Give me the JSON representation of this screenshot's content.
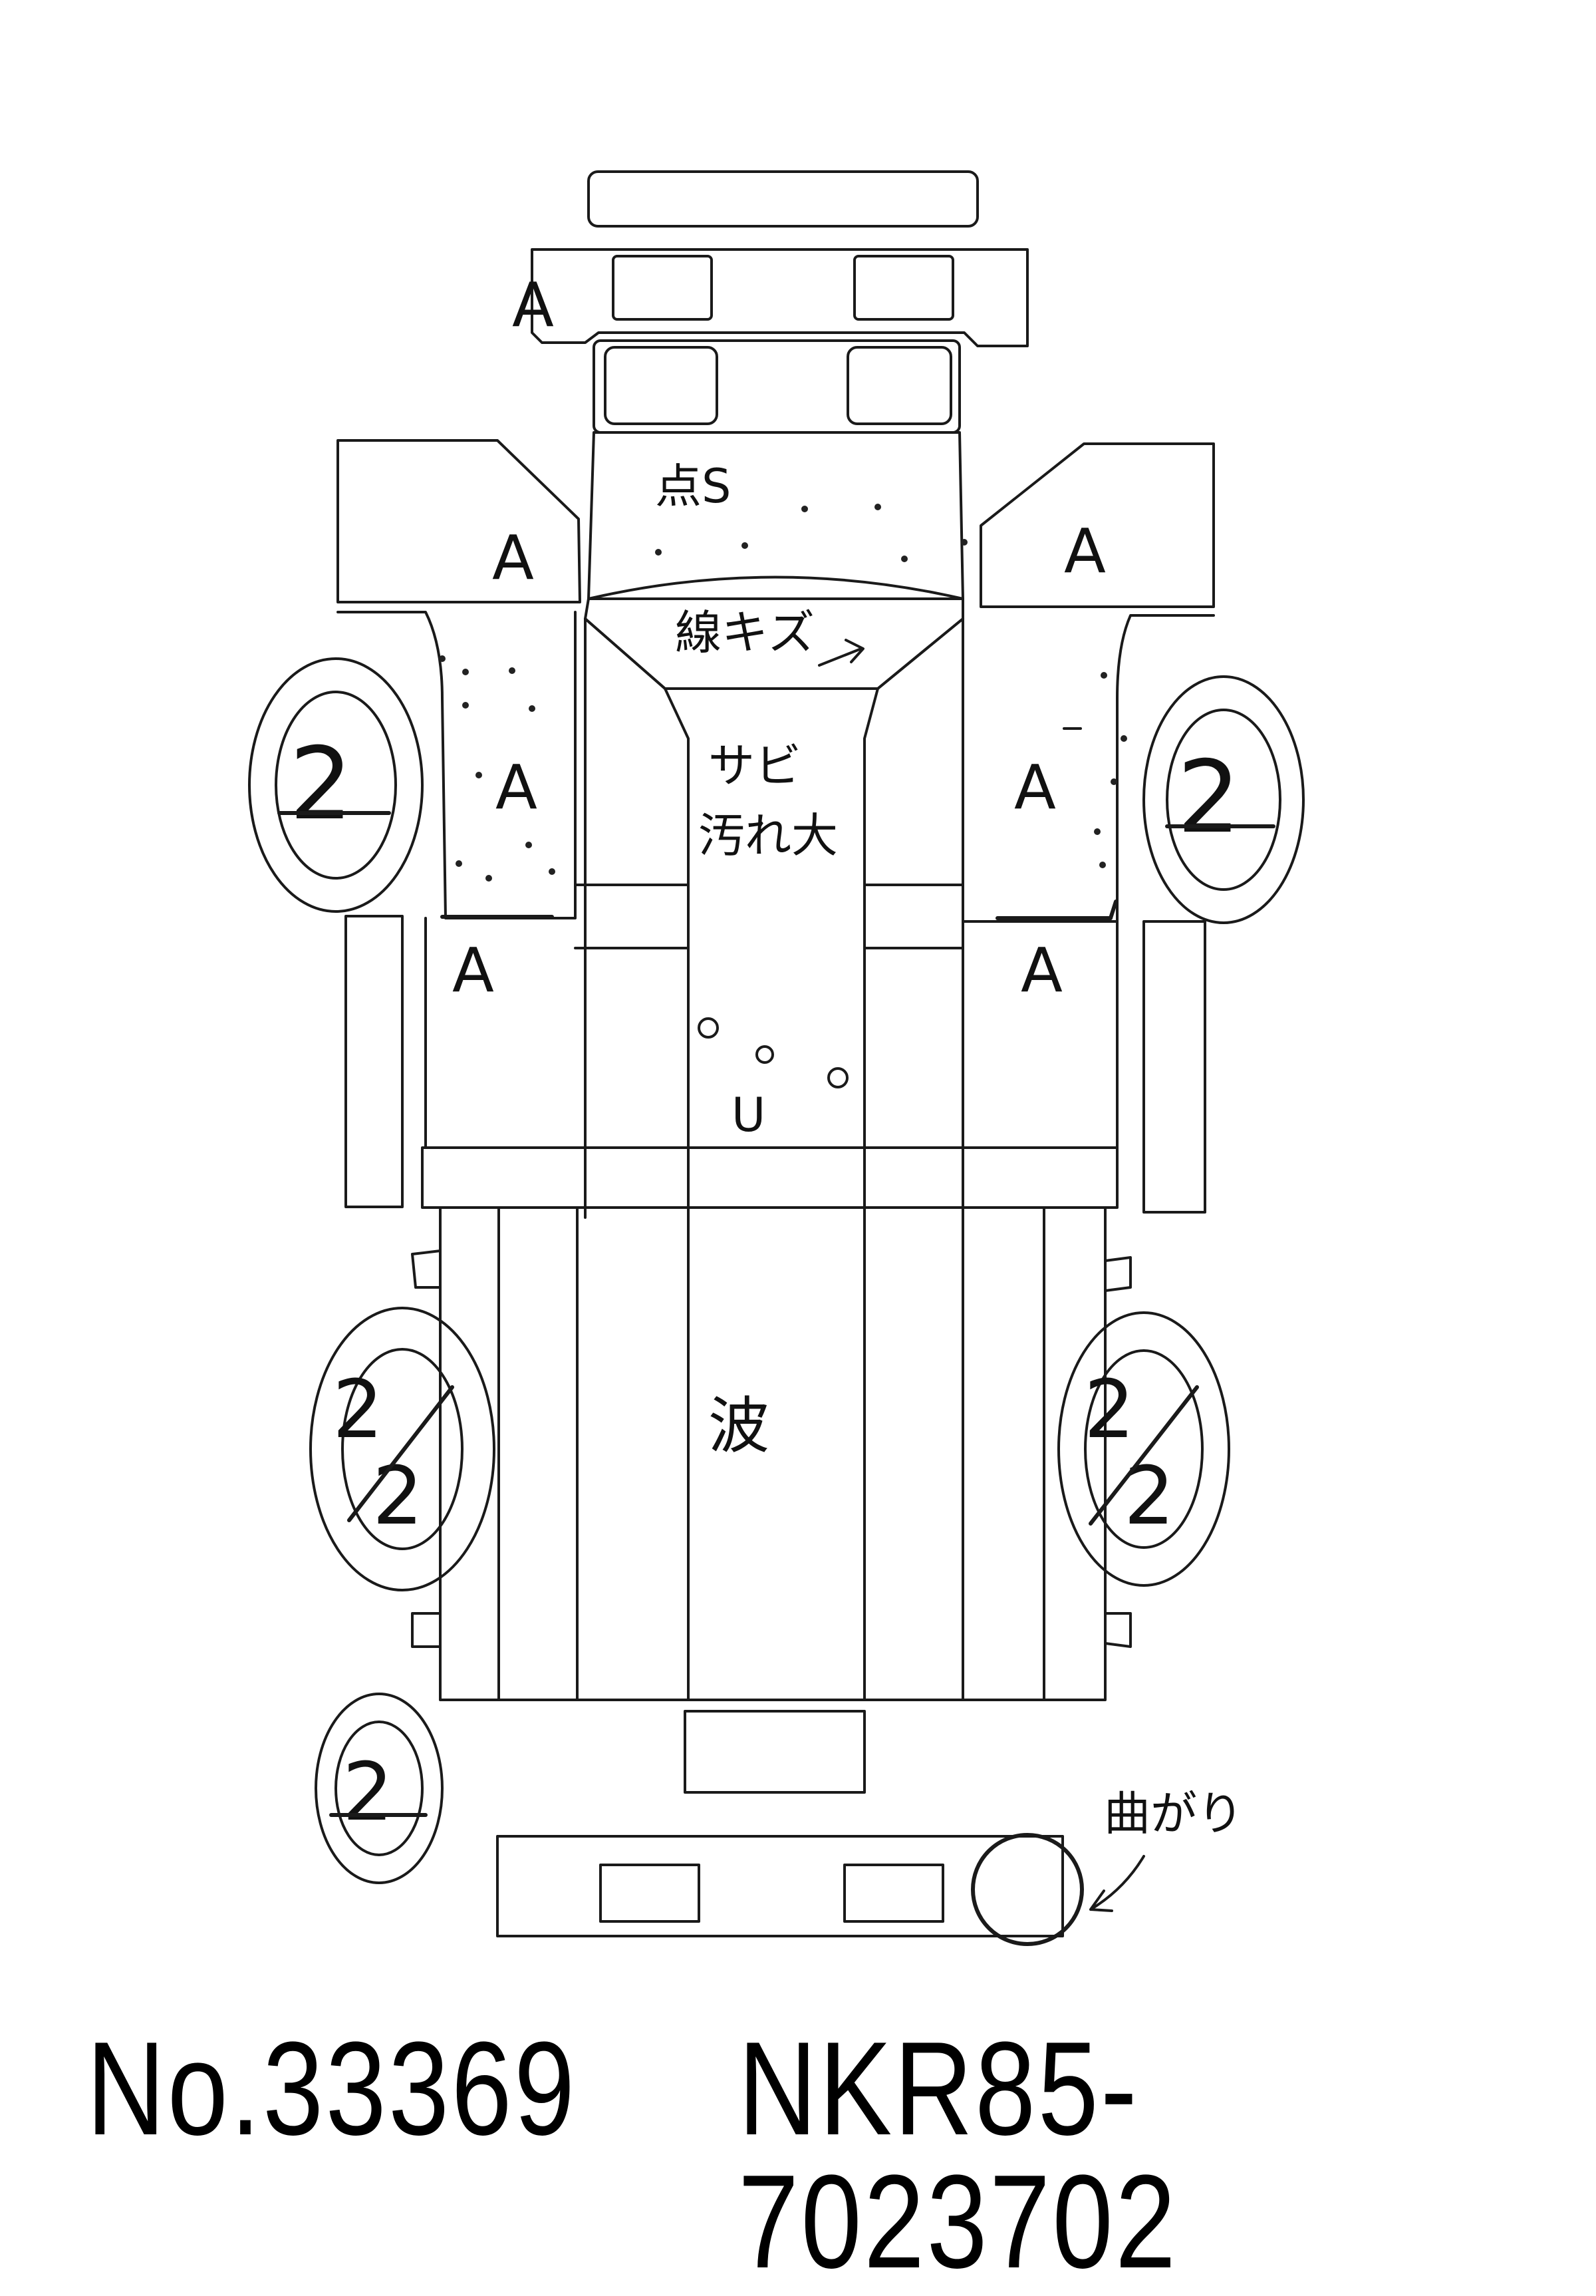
{
  "annotations": {
    "front_bumper_grade": "A",
    "left_front_fender_grade": "A",
    "right_front_fender_grade": "A",
    "left_door_grade": "A",
    "right_door_grade": "A",
    "left_step_grade": "A",
    "right_step_grade": "A",
    "roof_note": "点S",
    "windshield_note": "線キズ",
    "cab_back_note_line1": "サビ",
    "cab_back_note_line2": "汚れ大",
    "frame_note": "U",
    "bed_note": "波",
    "rear_bumper_note": "曲がり"
  },
  "tires": {
    "front_left": "2",
    "front_right": "2",
    "rear_left_top": "2",
    "rear_left_bottom": "2",
    "rear_right_top": "2",
    "rear_right_bottom": "2",
    "spare": "2"
  },
  "footer": {
    "serial": "No.33369",
    "model_code": "NKR85-7023702"
  }
}
